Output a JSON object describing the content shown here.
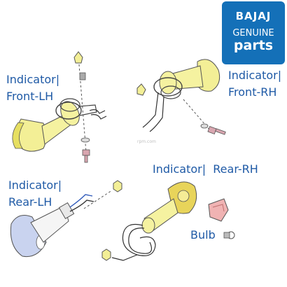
{
  "brand": {
    "line1": "BAJAJ",
    "line2": "GENUINE",
    "line3": "parts",
    "bg_color": "#1470b8",
    "text_color": "#ffffff"
  },
  "labels": {
    "front_lh": {
      "line1": "Indicator|",
      "line2": "Front-LH"
    },
    "front_rh": {
      "line1": "Indicator|",
      "line2": "Front-RH"
    },
    "rear_lh": {
      "line1": "Indicator|",
      "line2": "Rear-LH"
    },
    "rear_rh": {
      "line1": "Indicator|  Rear-RH"
    },
    "bulb": "Bulb"
  },
  "watermark": "rpm.com",
  "colors": {
    "label_text": "#1f5aa6",
    "front_lens": "#f3ef96",
    "rear_lh_lens": "#c9d3ef",
    "rear_rh_lens": "#e8d45a",
    "stem": "#f5f2a0",
    "bulb_socket": "#f0b3b3",
    "bolt_washer": "#d9a6b0",
    "outline": "#555555"
  }
}
